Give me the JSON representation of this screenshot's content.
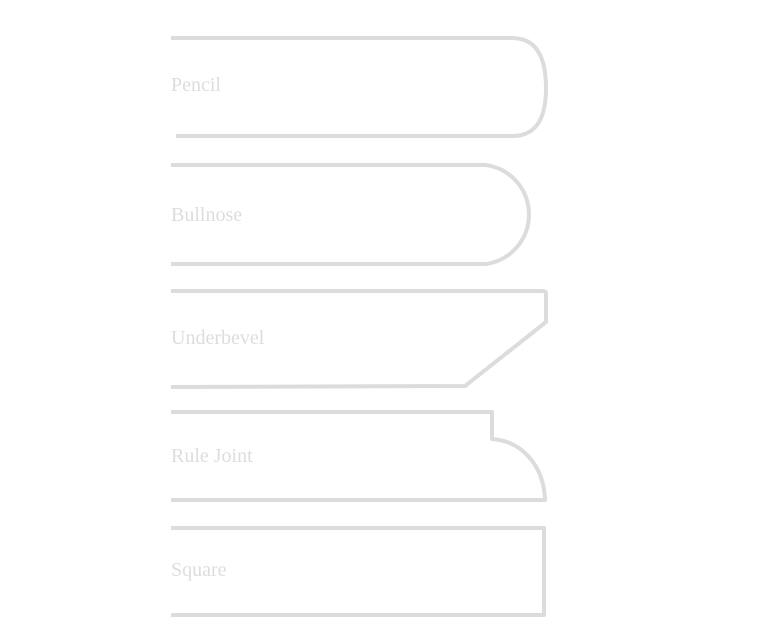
{
  "colors": {
    "stroke": "#dcdcdc",
    "label": "#dddddd",
    "background": "#ffffff"
  },
  "profiles": [
    {
      "id": "pencil",
      "label": "Pencil"
    },
    {
      "id": "bullnose",
      "label": "Bullnose"
    },
    {
      "id": "underbevel",
      "label": "Underbevel"
    },
    {
      "id": "rule-joint",
      "label": "Rule Joint"
    },
    {
      "id": "square",
      "label": "Square"
    }
  ]
}
